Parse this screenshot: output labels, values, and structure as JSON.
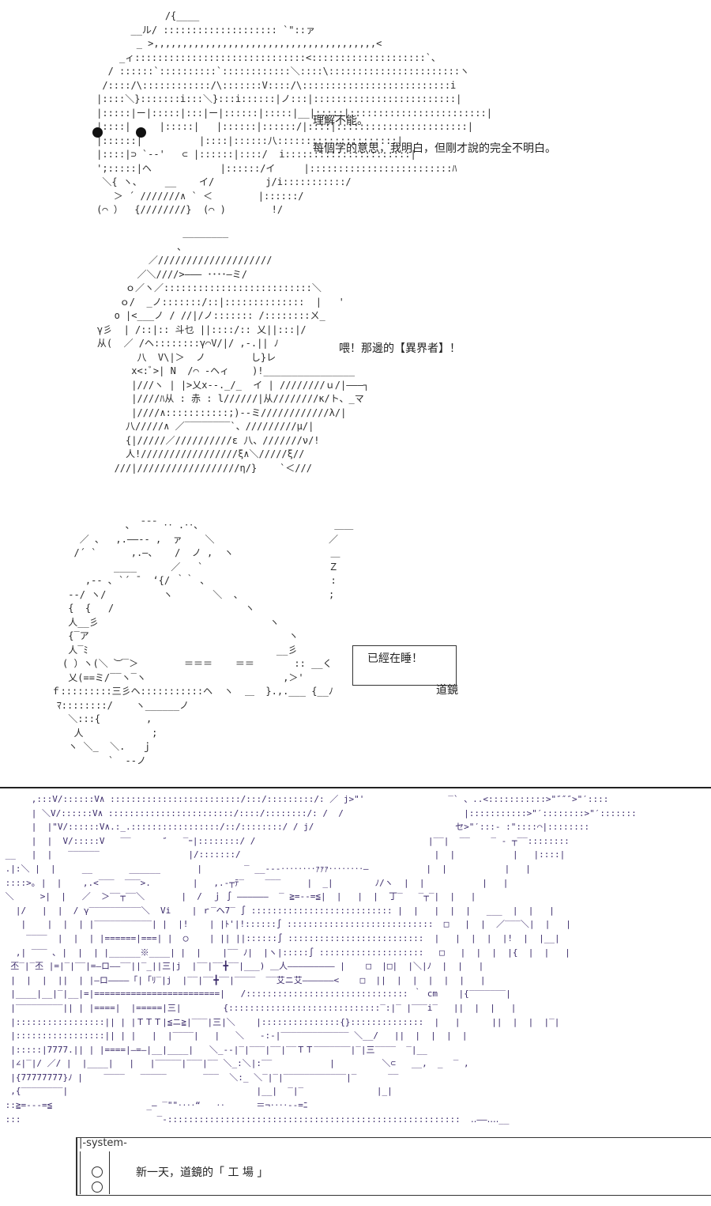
{
  "panel1": {
    "line1": "理解不能。",
    "line2": "每個字的意思，我明白，但剛才說的完全不明白。"
  },
  "panel2": {
    "line1": "喂！那邊的【異界者】！"
  },
  "panel3": {
    "sign_text": "已經在睡！",
    "sign_author": "道鏡",
    "zzz": "Z"
  },
  "system": {
    "tag": "-system-",
    "line": "新一天，道鏡的「 工 場 」"
  }
}
